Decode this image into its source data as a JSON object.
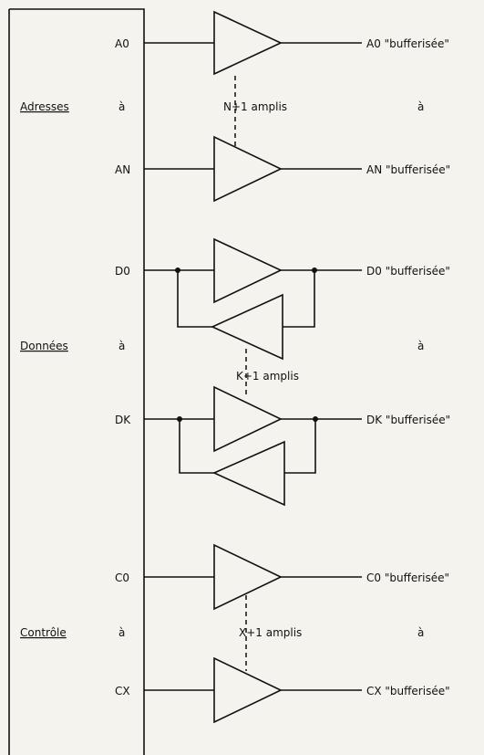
{
  "groups": [
    {
      "label": "Adresses",
      "between": "à"
    },
    {
      "label": "Données",
      "between": "à"
    },
    {
      "label": "Contrôle",
      "between": "à"
    }
  ],
  "pins": {
    "a0": "A0",
    "an": "AN",
    "d0": "D0",
    "dk": "DK",
    "c0": "C0",
    "cx": "CX"
  },
  "outputs": {
    "a0": "A0 \"bufferisée\"",
    "an": "AN \"bufferisée\"",
    "d0": "D0 \"bufferisée\"",
    "dk": "DK \"bufferisée\"",
    "c0": "C0 \"bufferisée\"",
    "cx": "CX \"bufferisée\""
  },
  "counts": {
    "address": "N+1 amplis",
    "data": "K+1 amplis",
    "control": "X+1 amplis"
  },
  "output_between": "à"
}
